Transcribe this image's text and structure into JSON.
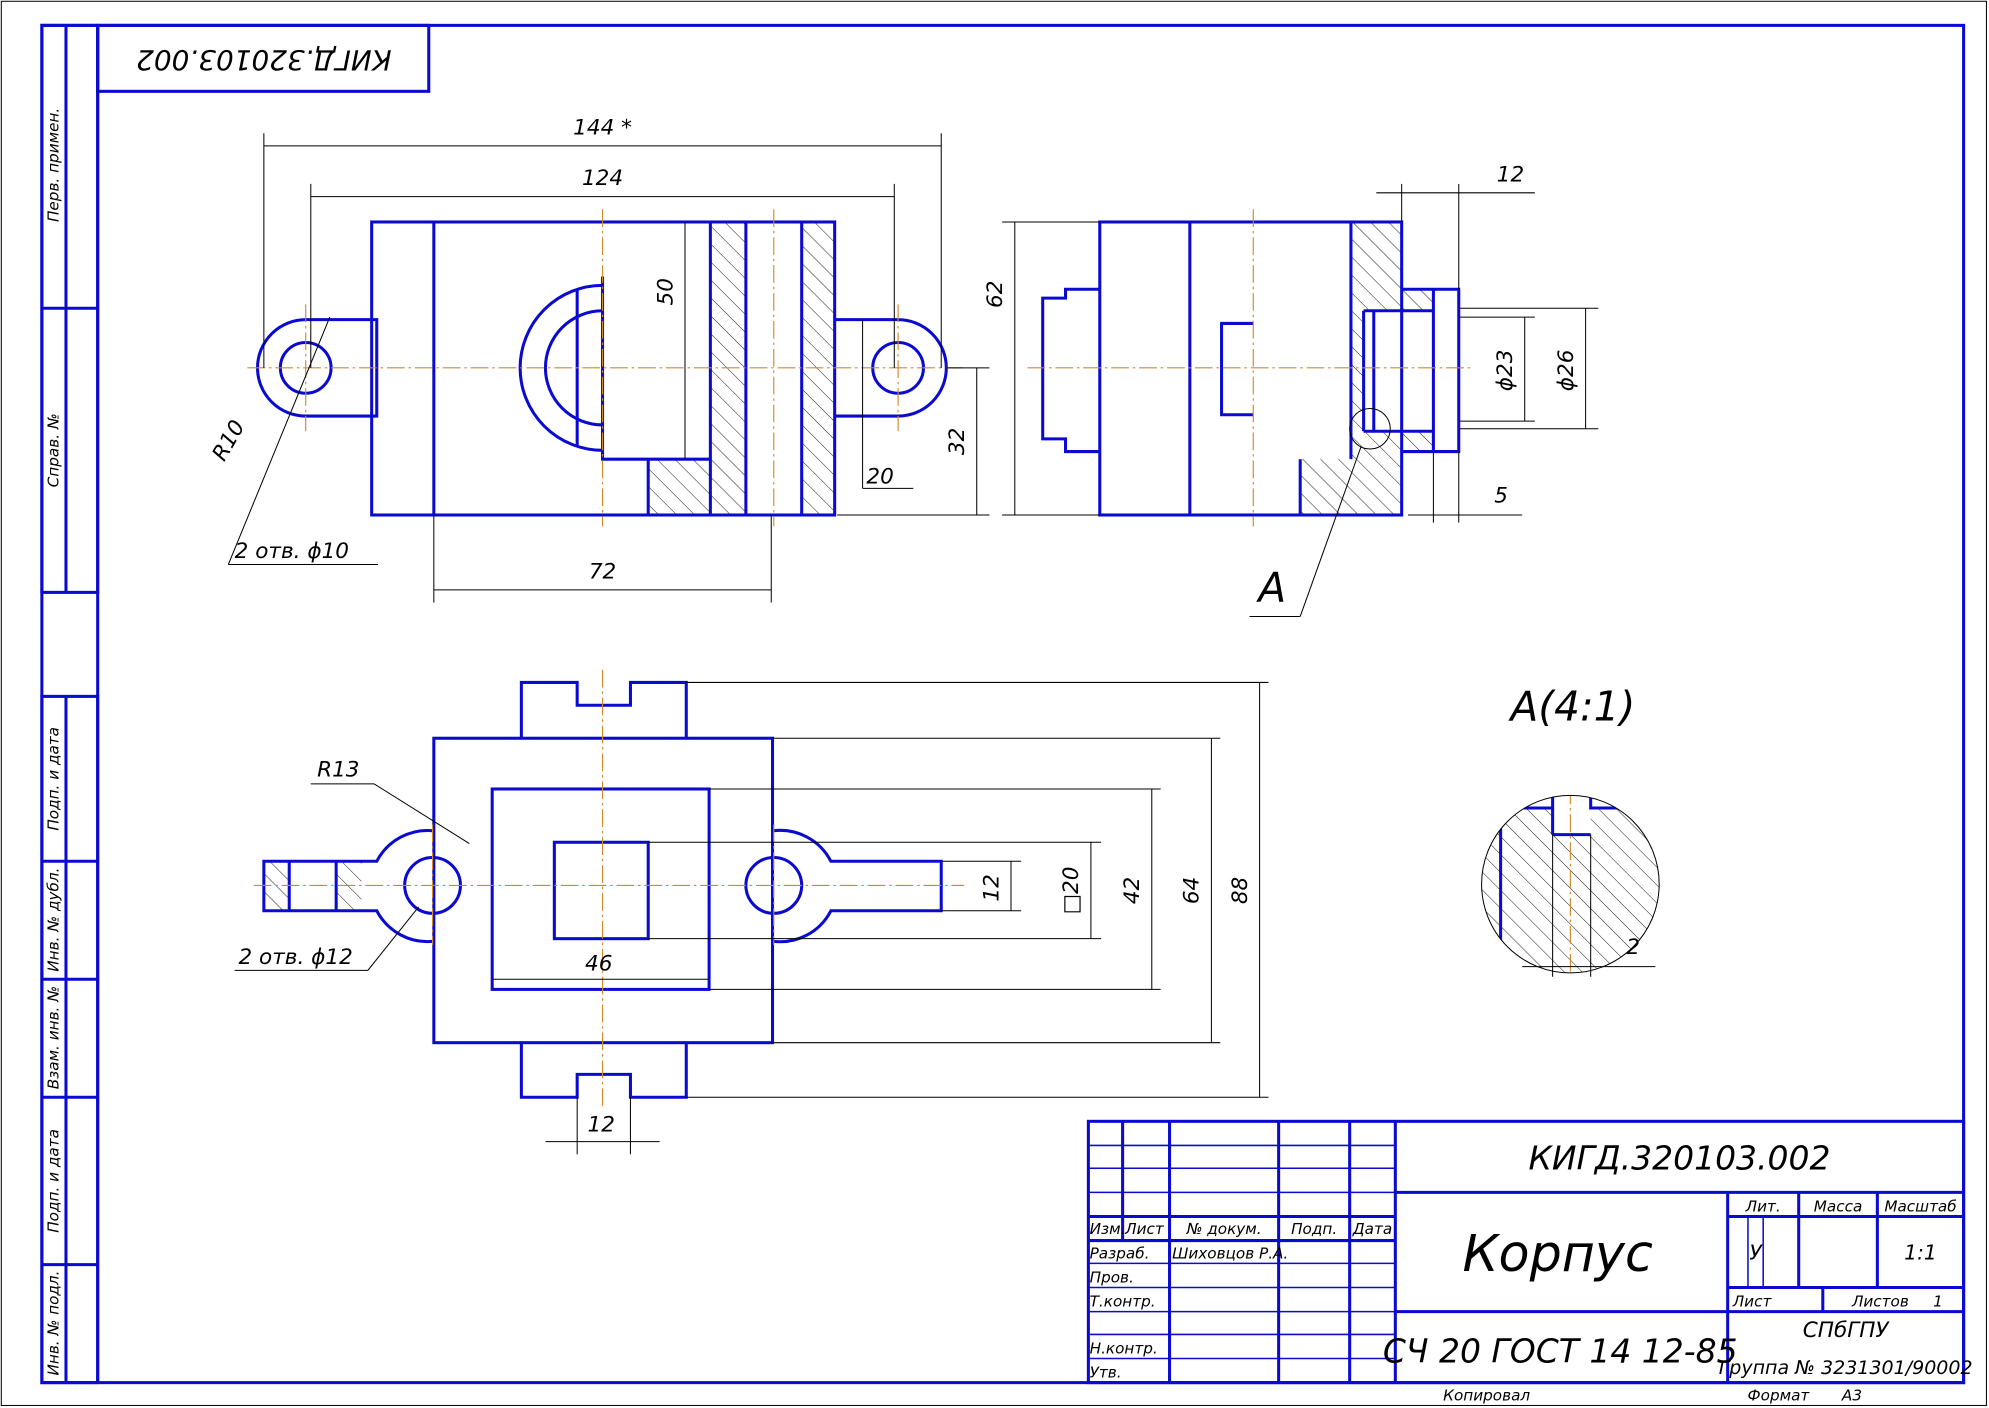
{
  "frame": {
    "stamp_code": "КИГД.320103.002"
  },
  "side_strip": {
    "labels": [
      "Перв. примен.",
      "Справ. №",
      "Подп. и дата",
      "Инв. № дубл.",
      "Взам. инв. №",
      "Подп. и дата",
      "Инв. № подл."
    ]
  },
  "dimensions": {
    "front": [
      "144 *",
      "124",
      "50",
      "R10",
      "2 отв. ϕ10",
      "20",
      "32",
      "72"
    ],
    "side": [
      "62",
      "12",
      "ϕ23",
      "ϕ26",
      "5",
      "A"
    ],
    "top": [
      "R13",
      "2 отв. ϕ12",
      "46",
      "12",
      "□20",
      "42",
      "64",
      "88",
      "12"
    ],
    "detail": {
      "title": "A(4:1)",
      "dim": "2"
    }
  },
  "title_block": {
    "designation": "КИГД.320103.002",
    "name": "Корпус",
    "material": "СЧ 20 ГОСТ 14 12-85",
    "headers": {
      "izm": "Изм.",
      "list": "Лист",
      "doc": "№ докум.",
      "sign": "Подп.",
      "date": "Дата"
    },
    "roles": {
      "razrab": "Разраб.",
      "prov": "Пров.",
      "tkontr": "Т.контр.",
      "nkontr": "Н.контр.",
      "utv": "Утв."
    },
    "developer": "Шиховцов Р.А.",
    "lit_label": "Лит.",
    "mass_label": "Масса",
    "scale_label": "Масштаб",
    "lit_value": "У",
    "scale_value": "1:1",
    "sheet_label": "Лист",
    "sheets_label": "Листов",
    "sheets_value": "1",
    "org": "СПбГПУ",
    "group": "Группа № 3231301/90002",
    "copied": "Копировал",
    "format_label": "Формат",
    "format_value": "А3"
  }
}
